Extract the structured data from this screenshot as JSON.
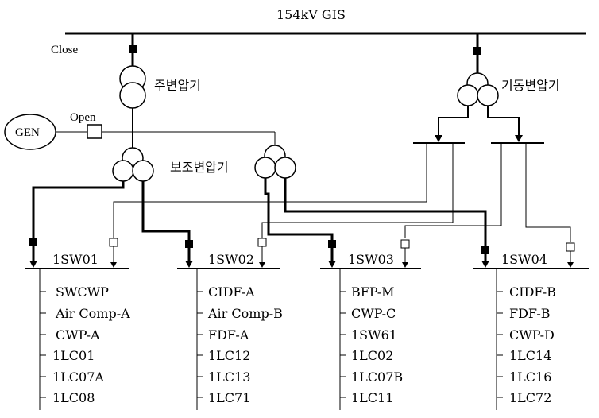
{
  "title": "154kV GIS",
  "labels": {
    "close": "Close",
    "open": "Open",
    "gen": "GEN",
    "main_tr": "주변압기",
    "start_tr": "기동변압기",
    "aux_tr": "보조변압기"
  },
  "buses": [
    {
      "name": "1SW01",
      "loads": [
        "SWCWP",
        "Air Comp-A",
        "CWP-A",
        "1LC01",
        "1LC07A",
        "1LC08"
      ]
    },
    {
      "name": "1SW02",
      "loads": [
        "CIDF-A",
        "Air Comp-B",
        "FDF-A",
        "1LC12",
        "1LC13",
        "1LC71"
      ]
    },
    {
      "name": "1SW03",
      "loads": [
        "BFP-M",
        "CWP-C",
        "1SW61",
        "1LC02",
        "1LC07B",
        "1LC11"
      ]
    },
    {
      "name": "1SW04",
      "loads": [
        "CIDF-B",
        "FDF-B",
        "CWP-D",
        "1LC14",
        "1LC16",
        "1LC72"
      ]
    }
  ]
}
